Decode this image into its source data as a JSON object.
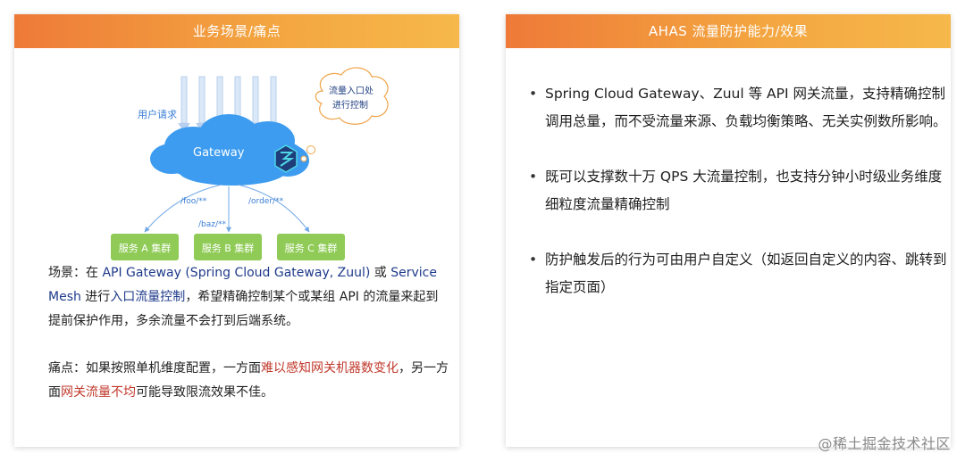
{
  "left": {
    "header": "业务场景/痛点",
    "diagram": {
      "user_request_label": "用户请求",
      "gateway_label": "Gateway",
      "thought_bubble": [
        "流量入口处",
        "进行控制"
      ],
      "routes": [
        "/foo/**",
        "/baz/**",
        "/order/**"
      ],
      "services": [
        "服务 A 集群",
        "服务 B 集群",
        "服务 C 集群"
      ],
      "colors": {
        "cloud": "#3d9cf0",
        "arrow": "#a9c9ee",
        "service": "#8fcb56",
        "bubble_border": "#f0a44a"
      }
    },
    "scene": {
      "s1": "场景：在 ",
      "s2": "API Gateway (Spring Cloud Gateway, Zuul)",
      "s3": " 或 ",
      "s4": "Service Mesh",
      "s5": " 进行",
      "s6": "入口流量控制",
      "s7": "，希望精确控制某个或某组 API 的流量来起到提前保护作用，多余流量不会打到后端系统。"
    },
    "pain": {
      "p1": "痛点：如果按照单机维度配置，一方面",
      "p2": "难以感知网关机器数变化",
      "p3": "，另一方面",
      "p4": "网关流量不均",
      "p5": "可能导致限流效果不佳。"
    }
  },
  "right": {
    "header": "AHAS 流量防护能力/效果",
    "bullets": [
      "Spring Cloud Gateway、Zuul 等 API 网关流量，支持精确控制调用总量，而不受流量来源、负载均衡策略、无关实例数所影响。",
      "既可以支撑数十万 QPS 大流量控制，也支持分钟小时级业务维度细粒度流量精确控制",
      "防护触发后的行为可由用户自定义（如返回自定义的内容、跳转到指定页面）"
    ]
  },
  "watermark": "@稀土掘金技术社区"
}
